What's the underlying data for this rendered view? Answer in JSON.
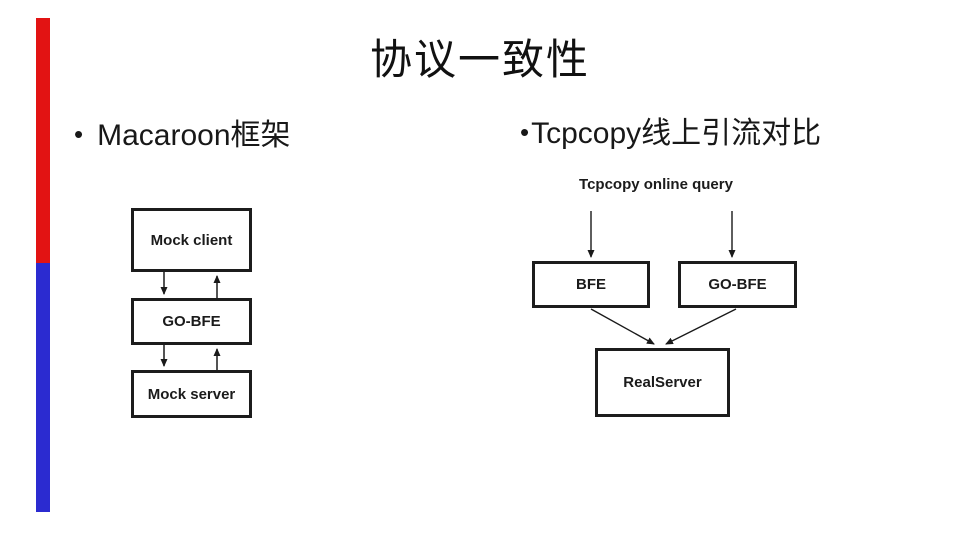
{
  "slide": {
    "title": "协议一致性",
    "background": "#ffffff",
    "accent_colors": {
      "red": "#e21313",
      "blue": "#2b2bd0",
      "line": "#1a1a1a"
    }
  },
  "left_section": {
    "bullet": "•",
    "heading": "Macaroon框架",
    "diagram": {
      "boxes": [
        {
          "label": "Mock client"
        },
        {
          "label": "GO-BFE"
        },
        {
          "label": "Mock server"
        }
      ]
    }
  },
  "right_section": {
    "bullet": "•",
    "heading": "Tcpcopy线上引流对比",
    "diagram": {
      "top_label": "Tcpcopy online query",
      "boxes": [
        {
          "label": "BFE"
        },
        {
          "label": "GO-BFE"
        },
        {
          "label": "RealServer"
        }
      ]
    }
  }
}
